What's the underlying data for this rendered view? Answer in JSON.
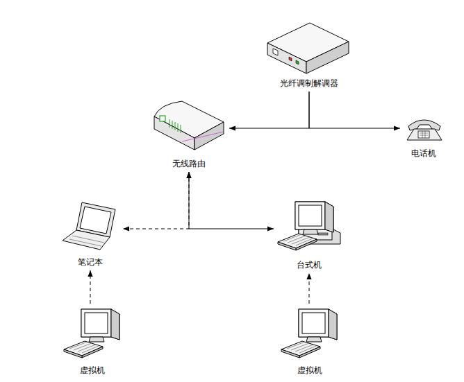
{
  "diagram": {
    "nodes": [
      {
        "text": [
          "光纤调制解调器"
        ]
      },
      {
        "text": [
          "无线路由"
        ]
      },
      {
        "text": [
          "电话机"
        ]
      },
      {
        "text": [
          "笔记本"
        ]
      },
      {
        "text": [
          "台式机"
        ]
      },
      {
        "text": [
          "虚拟机"
        ]
      },
      {
        "text": [
          "虚拟机"
        ]
      }
    ],
    "edges": [
      {
        "from": 0,
        "to": 1,
        "arrow": "to"
      },
      {
        "from": 0,
        "to": 2,
        "arrow": "to"
      },
      {
        "from": 1,
        "to": 3,
        "arrow": "both"
      },
      {
        "from": 1,
        "to": 4,
        "arrow": "both"
      },
      {
        "from": 5,
        "to": 3,
        "arrow": "to"
      },
      {
        "from": 6,
        "to": 4,
        "arrow": "to"
      }
    ]
  }
}
